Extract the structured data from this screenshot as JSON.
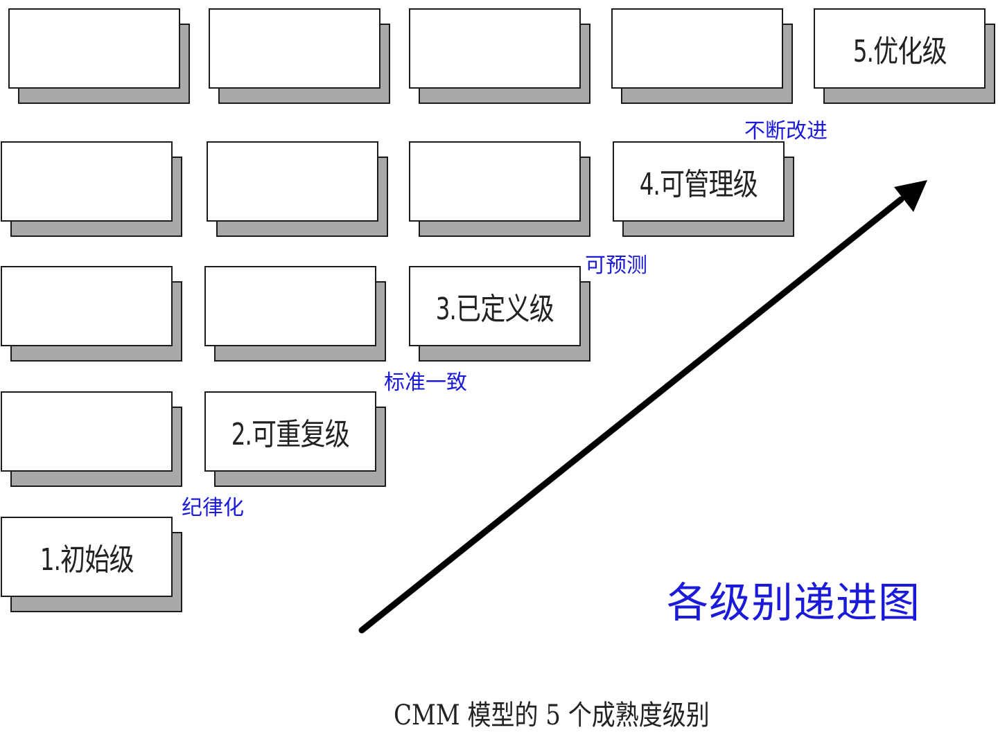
{
  "levels": {
    "level1": "1.初始级",
    "level2": "2.可重复级",
    "level3": "3.已定义级",
    "level4": "4.可管理级",
    "level5": "5.优化级"
  },
  "transitions": {
    "t1": "纪律化",
    "t2": "标准一致",
    "t3": "可预测",
    "t4": "不断改进"
  },
  "title": "各级别递进图",
  "caption": "CMM 模型的 5 个成熟度级别",
  "colors": {
    "annotation": "#1a1ad8",
    "shadow": "#a9a9a9",
    "border": "#1a1a1a"
  },
  "icons": {
    "arrow": "diagonal-arrow-icon"
  }
}
